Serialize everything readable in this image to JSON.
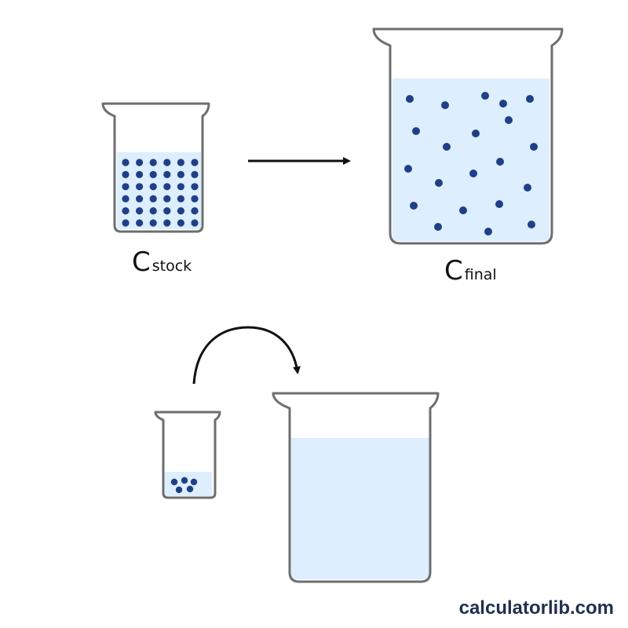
{
  "colors": {
    "outline": "#6e6e6e",
    "liquid": "#ddeeff",
    "particle": "#1f3f88",
    "arrow": "#111111",
    "label": "#111111",
    "watermark": "#1f2f50"
  },
  "diagram": {
    "stock_label": {
      "main": "C",
      "sub": "stock"
    },
    "final_label": {
      "main": "C",
      "sub": "final"
    },
    "stock_beaker": {
      "particle_grid": {
        "rows": 6,
        "cols": 6
      }
    },
    "final_beaker": {
      "particle_count": 21
    },
    "transfer_beaker": {
      "particle_count": 5
    },
    "icons": [
      "straight-arrow-icon",
      "curved-arrow-icon"
    ]
  },
  "watermark": {
    "text": "calculatorlib.com"
  }
}
